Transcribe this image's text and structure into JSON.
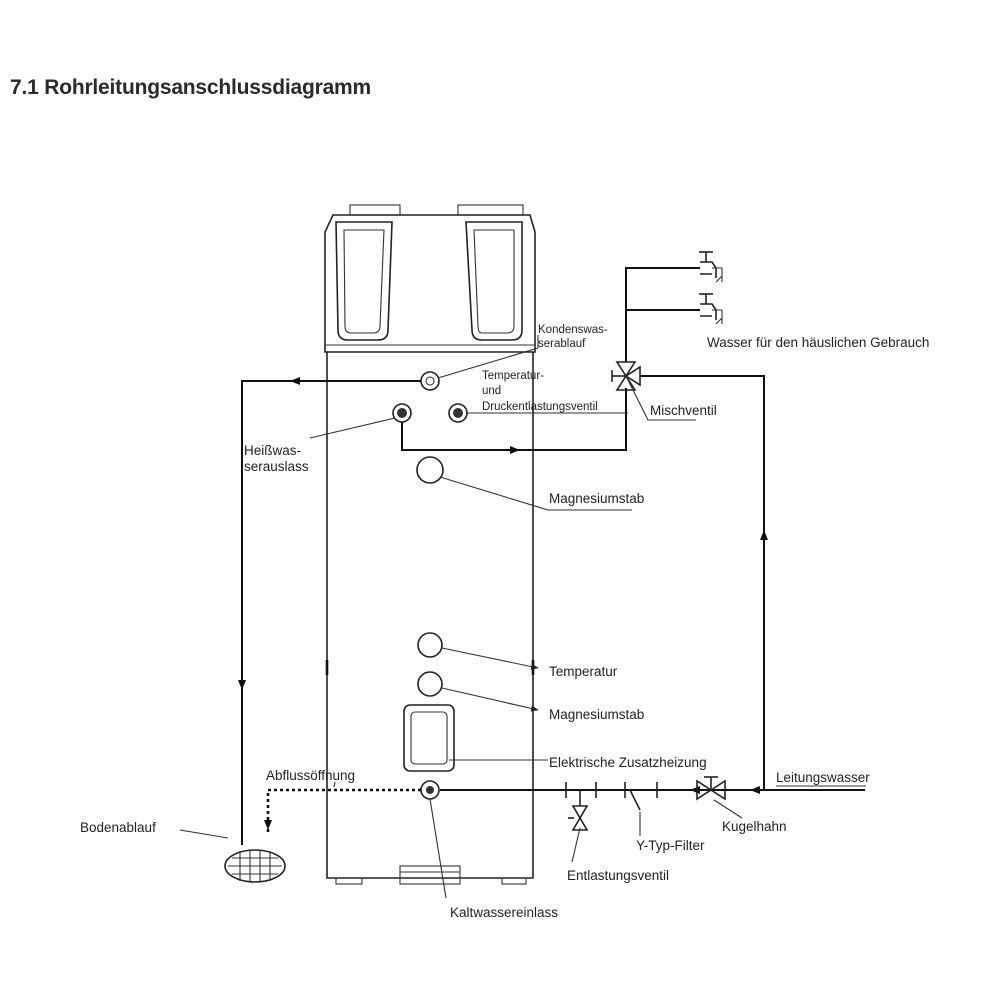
{
  "title": "7.1 Rohrleitungsanschlussdiagramm",
  "labels": {
    "kondenswasserablauf_1": "Kondenswas-",
    "kondenswasserablauf_2": "serablauf",
    "temp_druck_1": "Temperatur-",
    "temp_druck_2": "und",
    "temp_druck_3": "Druckentlastungsventil",
    "heisswasserauslass_1": "Heißwas-",
    "heisswasserauslass_2": "serauslass",
    "wasser_haeuslich": "Wasser für den häuslichen Gebrauch",
    "mischventil": "Mischventil",
    "magnesiumstab_oben": "Magnesiumstab",
    "temperatur": "Temperatur",
    "magnesiumstab_unten": "Magnesiumstab",
    "elektrische_zusatzheizung": "Elektrische Zusatzheizung",
    "abflussoeffnung": "Abflussöffnung",
    "leitungswasser": "Leitungswasser",
    "bodenablauf": "Bodenablauf",
    "kugelhahn": "Kugelhahn",
    "y_typ_filter": "Y-Typ-Filter",
    "entlastungsventil": "Entlastungsventil",
    "kaltwassereinlass": "Kaltwassereinlass"
  }
}
